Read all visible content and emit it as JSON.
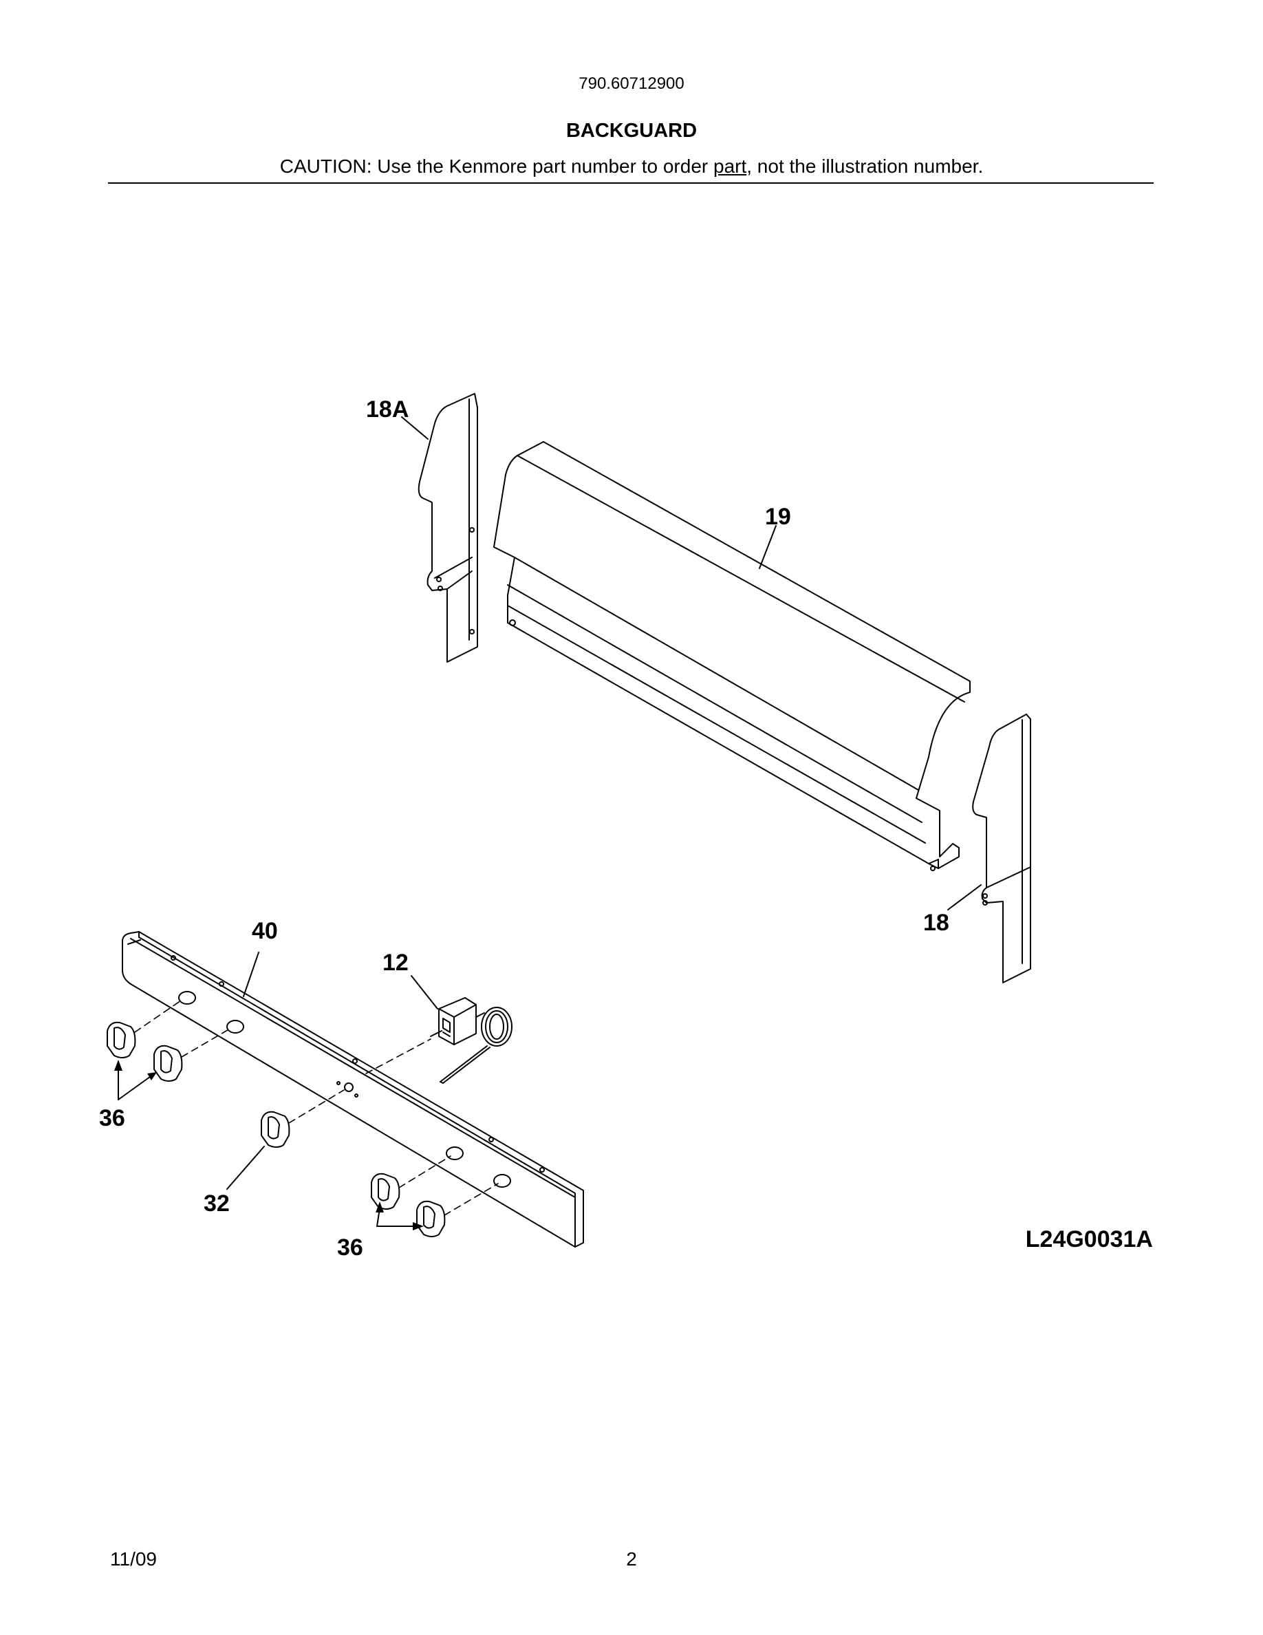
{
  "header": {
    "model_number": "790.60712900",
    "section_title": "BACKGUARD",
    "caution_before": "CAUTION: Use the Kenmore part number to order ",
    "caution_underlined": "part",
    "caution_after": ", not the illustration number."
  },
  "diagram": {
    "callouts": {
      "side_bracket_left": "18A",
      "backguard_panel": "19",
      "side_bracket_right": "18",
      "control_panel": "40",
      "thermostat": "12",
      "knobs_left": "36",
      "knob_center": "32",
      "knobs_right": "36"
    },
    "figure_id": "L24G0031A"
  },
  "footer": {
    "date": "11/09",
    "page_number": "2"
  }
}
